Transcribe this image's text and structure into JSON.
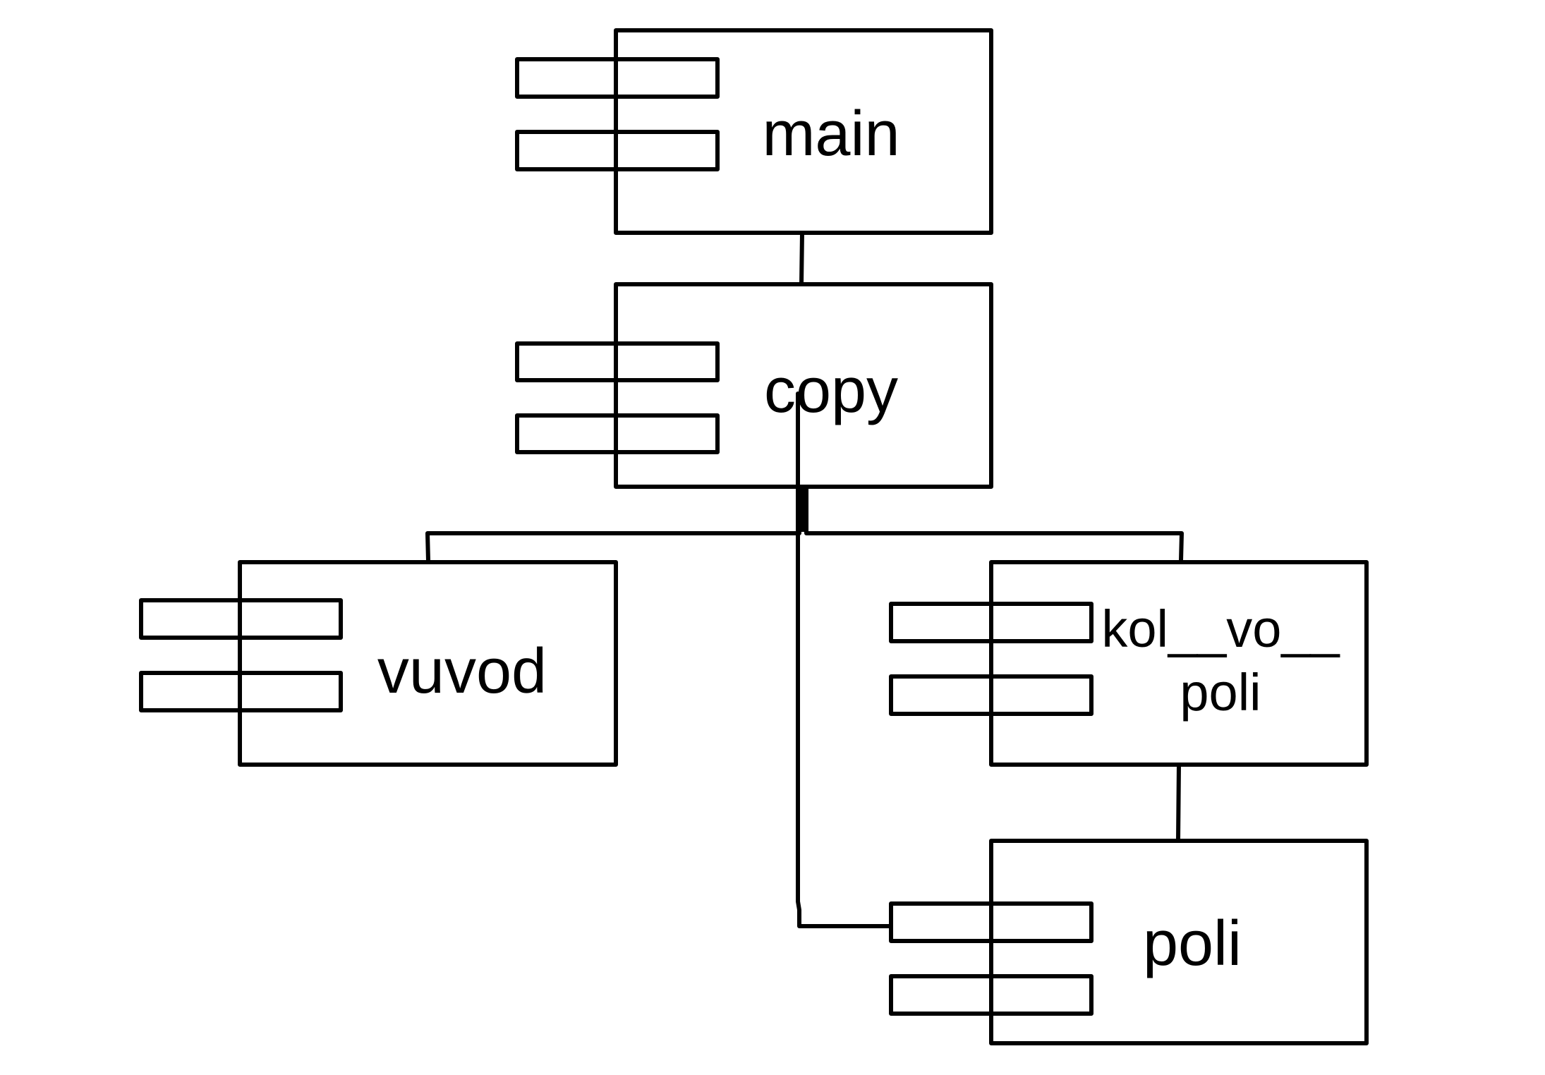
{
  "diagram": {
    "components": {
      "main": {
        "label": "main"
      },
      "copy": {
        "label": "copy"
      },
      "vuvod": {
        "label": "vuvod"
      },
      "kol_vo_poli": {
        "label_line1": "kol__vo__",
        "label_line2": "poli"
      },
      "poli": {
        "label": "poli"
      }
    },
    "connections": [
      {
        "from": "main",
        "to": "copy"
      },
      {
        "from": "copy",
        "to": "vuvod"
      },
      {
        "from": "copy",
        "to": "kol_vo_poli"
      },
      {
        "from": "kol_vo_poli",
        "to": "poli"
      },
      {
        "from": "copy",
        "to": "poli"
      }
    ]
  }
}
